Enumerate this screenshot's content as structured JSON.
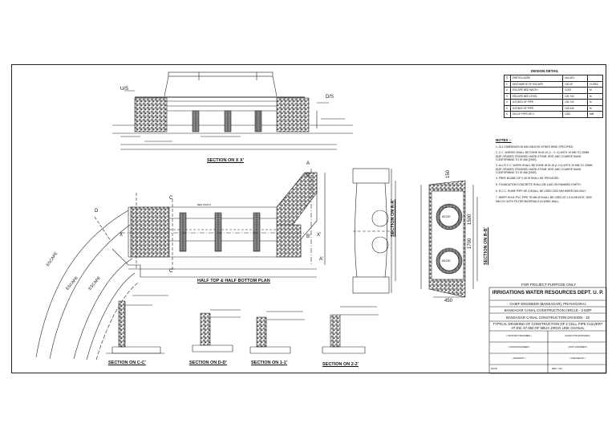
{
  "labels": {
    "us": "U/S",
    "ds": "D/S",
    "section_xx": "SECTION ON X X'",
    "half_plan": "HALF TOP & HALF BOTTOM PLAN",
    "section_aa": "SECTION ON A-A'",
    "section_bb": "SECTION ON B-B'",
    "section_cc": "SECTION ON C-C'",
    "section_dd": "SECTION ON D-D'",
    "section_11": "SECTION ON 1-1'",
    "section_22": "SECTION ON 2-2'",
    "escape_left": "ESCAPE",
    "escape_mid": "ESCAPE",
    "escape_right": "ESCAPE",
    "bed_width": "BED WIDTH",
    "pt_a": "A",
    "pt_a2": "A'",
    "pt_b": "B",
    "pt_b2": "B'",
    "pt_c": "C",
    "pt_c2": "C'",
    "pt_d": "D",
    "pt_x": "X",
    "pt_x2": "X'",
    "dim_1500": "1500",
    "dim_1700": "1700",
    "dim_150": "150",
    "dim_450": "450",
    "cell1": "Ø1200",
    "cell2": "Ø1200"
  },
  "design_detail": {
    "title": "DESIGN DETAIL",
    "header": [
      "S.",
      "PARTICULARS",
      "VALUES",
      ""
    ],
    "rows": [
      [
        "1",
        "DISCHARGE OF ESCAPE",
        "100.00",
        "CUSEC"
      ],
      [
        "2",
        "ESCAPE BED WIDTH",
        "3.000",
        "M"
      ],
      [
        "3",
        "ESCAPE BED LEVEL",
        "126.740",
        "M"
      ],
      [
        "4",
        "U/S BED OF PIPE",
        "126.740",
        "M"
      ],
      [
        "5",
        "D/S BED OF PIPE",
        "126.640",
        "M"
      ],
      [
        "6",
        "DIA OF PIPE NP-3",
        "1200",
        "MM"
      ]
    ]
  },
  "notes": {
    "title": "NOTES :-",
    "items": [
      "1. ALL DIMENSION IN MM UNLESS OTHER WISE SPECIFIED.",
      "2. C.C. WORKS SHALL BE DONE IN M-10 (1 : 3 : 6) WITH 10 MM TO 20MM SIZE GRADED CRUSHED HARD STONE GRIT AND COARSE SAND CONFORMING TO IS 456 (2000).",
      "3. ALL R.C.C. WORK SHALL BE DONE IN M-15 (1:2:4) WITH 10 MM TO 20MM SIZE GRADED CRUSHED HARD STONE GRIT AND COARSE SAND CONFORMING TO IS 456 (2000).",
      "4. FREE BOARD OF 0.30 M SHALL BE PROVIDED.",
      "5. FOUNDATION CONCRETE SHALL BE LAID ON RAMMED EARTH.",
      "6. R.C.C. HUME PIPE NP-3 SHALL BE USED 1200 MM INNER DIA ONLY.",
      "7. WEEP HOLE PVC PIPE 75 MM Ø SHALL BE USED AT 1.5 M HEIGHT, 1500 MM C/C WITH FILTER MATERIALS IN WING WALL."
    ]
  },
  "title_block": {
    "for_project": "FOR PROJECT PURPOSE ONLY",
    "dept": "IRRIGATIONS WATER RESOURCES DEPT. U. P.",
    "chief": "CHIEF ENGINEER (BANSAGAR), PRAYAGARAJ",
    "circle": "BANSAGAR CANAL CONSTRUCTION CIRCLE - 2 MZP",
    "division": "BANSAGAR CANAL CONSTRUCTION DIVISION - 18",
    "drawing_title": "TYPICAL DRAWING OF CONSTRUCTION OF 2 CELL PIPE CULVERT AT KM. 67.650 OF MEJA JIRGO LINK CHANAL",
    "signatories": [
      [
        "( ASSISTANT ENGINEER )",
        "( EXECUTIVE ENGINEER )"
      ],
      [
        "( JUNIOR ENGINEER )",
        "( ASST. ENGINEER )"
      ],
      [
        "( DRAWN BY )",
        "( CHECKED BY )"
      ]
    ],
    "date_label": "DATE",
    "drg_label": "DRG. NO."
  }
}
